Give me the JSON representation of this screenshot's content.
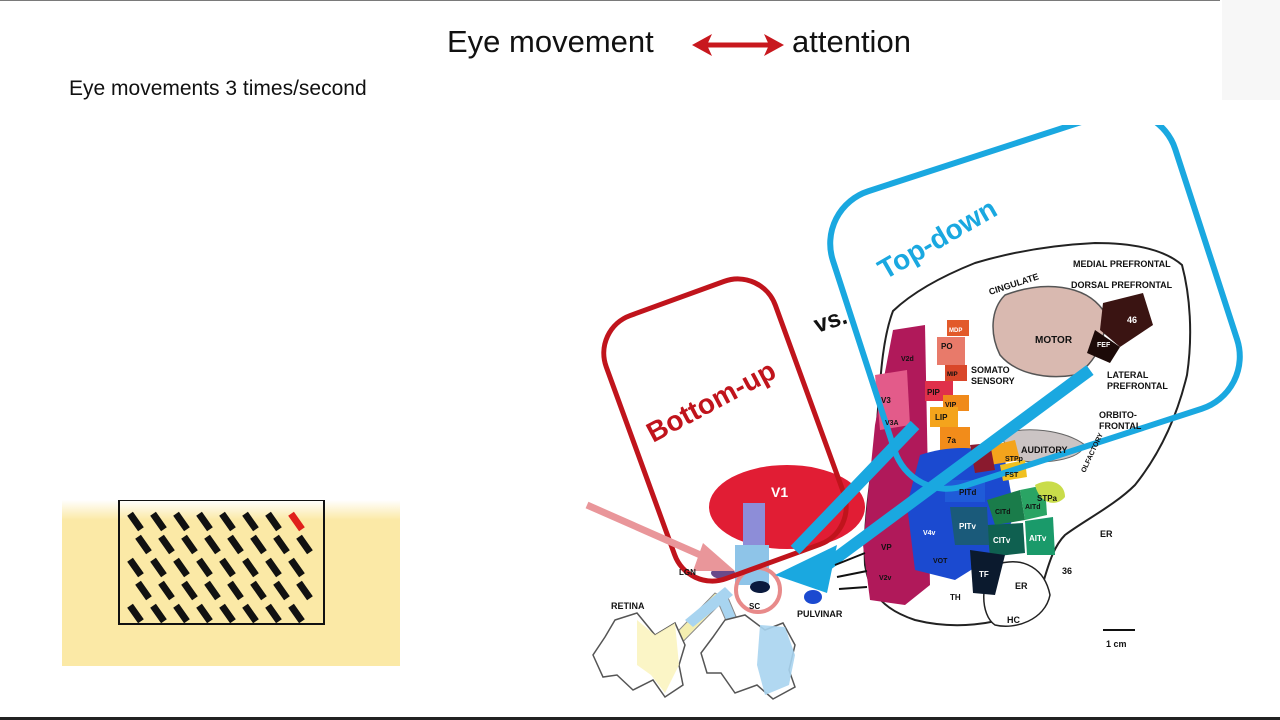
{
  "slide": {
    "title_left": "Eye movement",
    "title_right": "attention",
    "subtitle": "Eye movements 3 times/second"
  },
  "callouts": {
    "bottom_up": "Bottom-up",
    "vs": "vs.",
    "top_down": "Top-down"
  },
  "areas": {
    "v1": "V1",
    "medial_prefrontal": "MEDIAL PREFRONTAL",
    "cingulate": "CINGULATE",
    "dorsal_prefrontal": "DORSAL PREFRONTAL",
    "a46": "46",
    "motor": "MOTOR",
    "fef": "FEF",
    "mdp": "MDP",
    "po": "PO",
    "mip": "MIP",
    "pip": "PIP",
    "v3": "V3",
    "v3a": "V3A",
    "v2d": "V2d",
    "lip": "LIP",
    "vip": "VIP",
    "a7a": "7a",
    "somato_1": "SOMATO",
    "somato_2": "SENSORY",
    "lateral_1": "LATERAL",
    "lateral_2": "PREFRONTAL",
    "orbito_1": "ORBITO-",
    "orbito_2": "FRONTAL",
    "auditory": "AUDITORY",
    "olfactory": "OLFACTORY",
    "stpp": "STPp",
    "stpa": "STPa",
    "fst": "FST",
    "pita": "PITd",
    "pitv": "PITv",
    "citd": "CITd",
    "citv": "CITv",
    "aitd": "AITd",
    "aitv": "AITv",
    "v4v": "V4v",
    "vot": "VOT",
    "vp": "VP",
    "v2v": "V2v",
    "tf": "TF",
    "th": "TH",
    "er1": "ER",
    "er2": "ER",
    "a36": "36",
    "hc": "HC",
    "lgn": "LGN",
    "sc": "SC",
    "pulvinar": "PULVINAR",
    "retina": "RETINA",
    "scale": "1 cm"
  },
  "colors": {
    "arrow_red": "#c8181e",
    "bottom_up": "#c0141c",
    "top_down": "#1aa8e0",
    "v1": "#e11d34",
    "stimulus_bg": "#fbe9a6",
    "target_bar": "#e0201c"
  }
}
